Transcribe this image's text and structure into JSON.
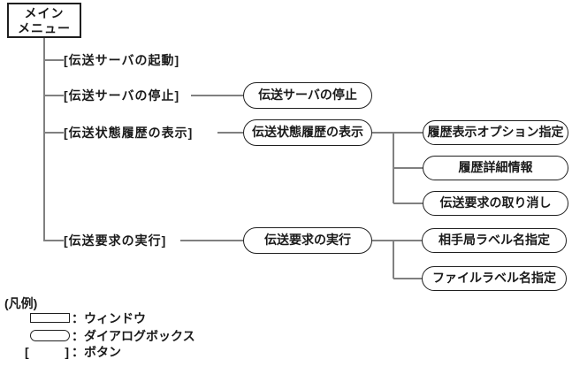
{
  "diagram": {
    "root_window": {
      "line1": "メイン",
      "line2": "メニュー"
    },
    "buttons": [
      {
        "label": "[伝送サーバの起動]"
      },
      {
        "label": "[伝送サーバの停止]"
      },
      {
        "label": "[伝送状態履歴の表示]"
      },
      {
        "label": "[伝送要求の実行]"
      }
    ],
    "dialogs": [
      {
        "label": "伝送サーバの停止"
      },
      {
        "label": "伝送状態履歴の表示"
      },
      {
        "label": "伝送要求の実行"
      },
      {
        "label": "履歴表示オプション指定"
      },
      {
        "label": "履歴詳細情報"
      },
      {
        "label": "伝送要求の取り消し"
      },
      {
        "label": "相手局ラベル名指定"
      },
      {
        "label": "ファイルラベル名指定"
      }
    ]
  },
  "legend": {
    "title": "(凡例)",
    "window_label": "：ウィンドウ",
    "dialog_label": "：ダイアログボックス",
    "bracket_open": "[",
    "bracket_close": "]",
    "button_label": "：ボタン"
  },
  "colors": {
    "background": "#ffffff",
    "connector_line": "#808080",
    "shape_border": "#1f1f1f",
    "text": "#1a1a1a"
  }
}
